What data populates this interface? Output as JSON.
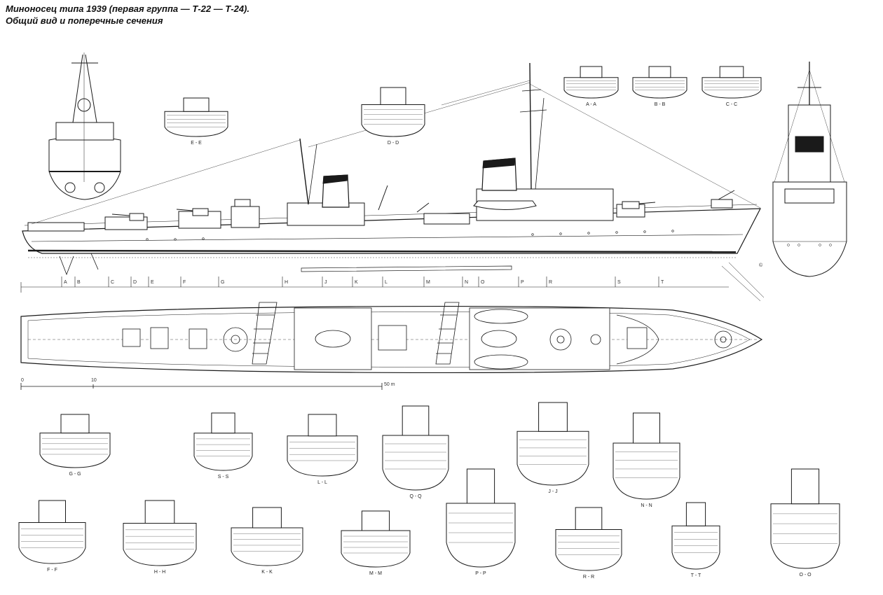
{
  "title": {
    "line1": "Миноносец типа 1939 (первая группа — Т-22 — Т-24).",
    "line2": "Общий вид и поперечные сечения"
  },
  "scale_bar": {
    "start": "0",
    "mid": "10",
    "end": "50 m"
  },
  "copyright": "©",
  "frame_letters": [
    "A",
    "B",
    "C",
    "D",
    "E",
    "F",
    "G",
    "H",
    "J",
    "K",
    "L",
    "M",
    "N",
    "O",
    "P",
    "R",
    "S",
    "T"
  ],
  "sections": {
    "ee": "E - E",
    "dd": "D - D",
    "aa": "A - A",
    "bb": "B - B",
    "cc": "C - C",
    "gg": "G - G",
    "ss": "S - S",
    "ll": "L - L",
    "qq": "Q - Q",
    "jj": "J - J",
    "nn": "N - N",
    "ff": "F - F",
    "hh": "H - H",
    "kk": "K - K",
    "mm": "M - M",
    "pp": "P - P",
    "rr": "R - R",
    "tt": "T - T",
    "oo": "O - O"
  },
  "colors": {
    "ink": "#1a1a1a",
    "paper": "#ffffff"
  }
}
